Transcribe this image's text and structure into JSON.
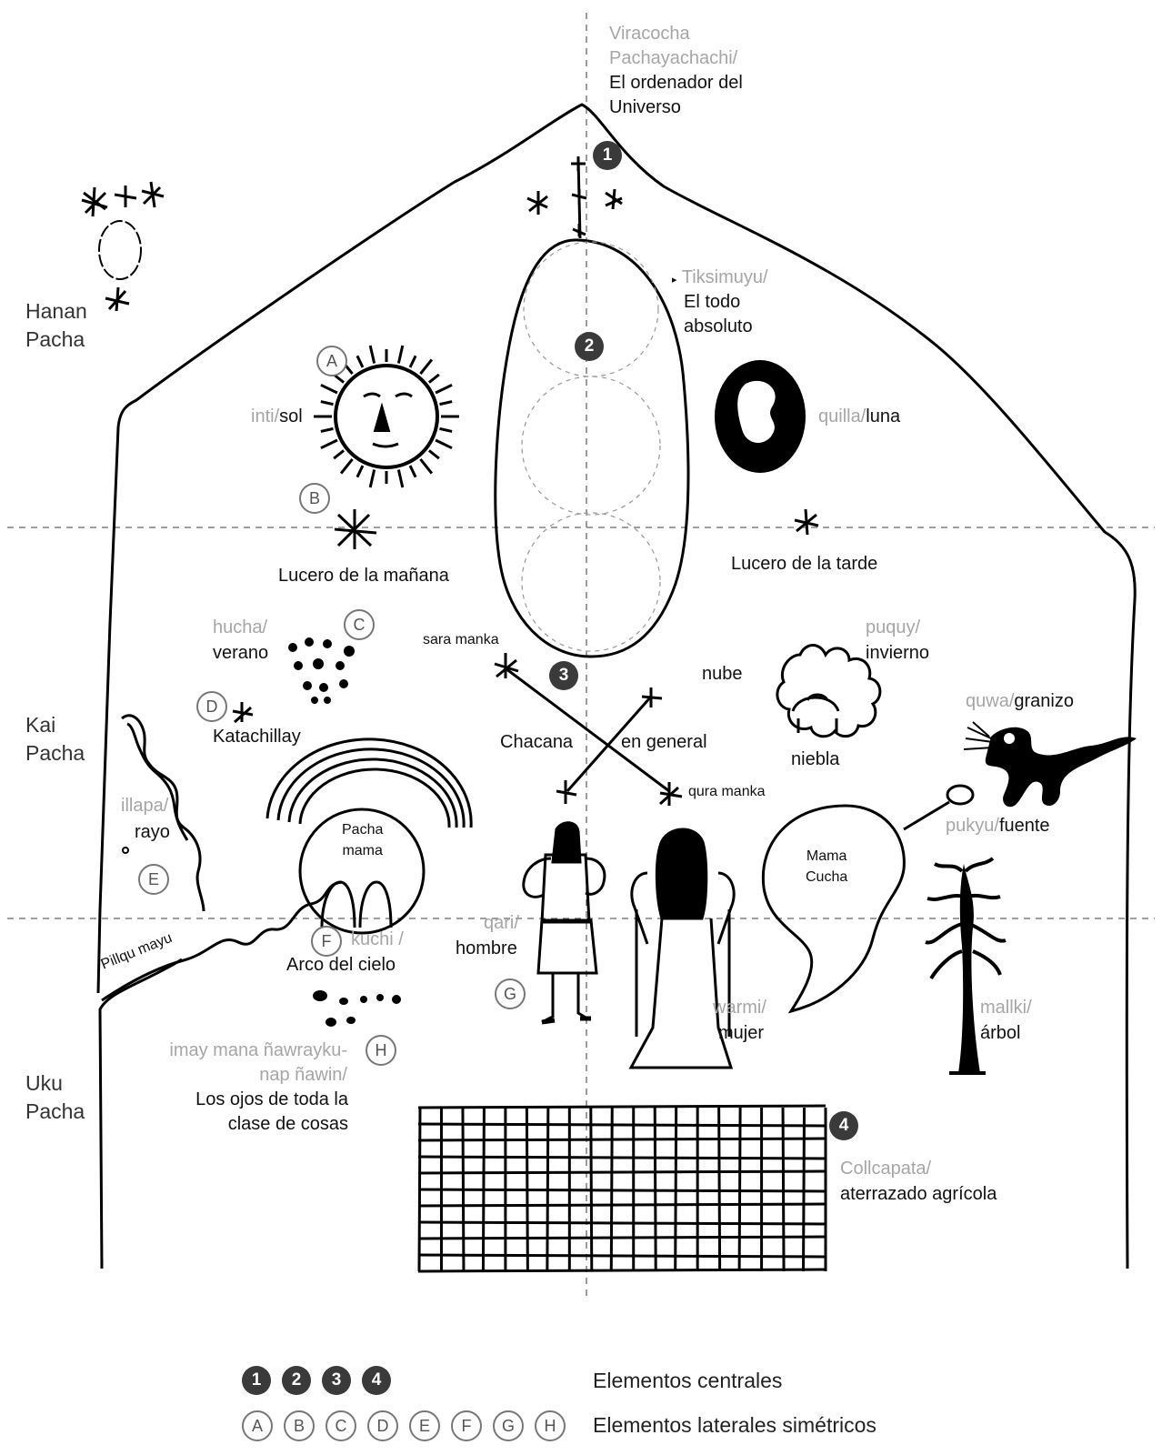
{
  "realms": {
    "hanan": "Hanan\nPacha",
    "kai": "Kai\nPacha",
    "uku": "Uku\nPacha"
  },
  "top": {
    "quechua": "Viracocha\nPachayachachi/",
    "spanish": "El ordenador del\nUniverso"
  },
  "tiksimuyu": {
    "quechua": "Tiksimuyu/",
    "spanish": "El todo\nabsoluto"
  },
  "inti": {
    "quechua": "inti/",
    "spanish": "sol"
  },
  "quilla": {
    "quechua": "quilla/",
    "spanish": "luna"
  },
  "lucero_manana": "Lucero de la mañana",
  "lucero_tarde": "Lucero de la tarde",
  "hucha": {
    "quechua": "hucha/",
    "spanish": "verano"
  },
  "puquy": {
    "quechua": "puquy/",
    "spanish": "invierno"
  },
  "katachillay": "Katachillay",
  "sara_manka": "sara manka",
  "qura_manka": "qura manka",
  "chacana": "Chacana",
  "en_general": "en general",
  "nube": "nube",
  "niebla": "niebla",
  "quwa": {
    "quechua": "quwa/",
    "spanish": "granizo"
  },
  "illapa": {
    "quechua": "illapa/",
    "spanish": "rayo"
  },
  "pachamama": "Pacha\nmama",
  "mamacucha": "Mama\nCucha",
  "pukyu": {
    "quechua": "pukyu/",
    "spanish": "fuente"
  },
  "kuchi": {
    "quechua": "kuchi /",
    "spanish": "Arco del cielo"
  },
  "pillqu": "Pillqu mayu",
  "qari": {
    "quechua": "qari/",
    "spanish": "hombre"
  },
  "warmi": {
    "quechua": "warmi/",
    "spanish": "mujer"
  },
  "mallki": {
    "quechua": "mallki/",
    "spanish": "árbol"
  },
  "imay": {
    "quechua": "imay mana ñawrayku-\nnap ñawin/",
    "spanish": "Los ojos de toda la\nclase de cosas"
  },
  "collcapata": {
    "quechua": "Collcapata/",
    "spanish": "aterrazado agrícola"
  },
  "markers": {
    "n1": "1",
    "n2": "2",
    "n3": "3",
    "n4": "4",
    "A": "A",
    "B": "B",
    "C": "C",
    "D": "D",
    "E": "E",
    "F": "F",
    "G": "G",
    "H": "H"
  },
  "legend": {
    "numbers": [
      "1",
      "2",
      "3",
      "4"
    ],
    "letters": [
      "A",
      "B",
      "C",
      "D",
      "E",
      "F",
      "G",
      "H"
    ],
    "central": "Elementos centrales",
    "lateral": "Elementos laterales simétricos"
  }
}
